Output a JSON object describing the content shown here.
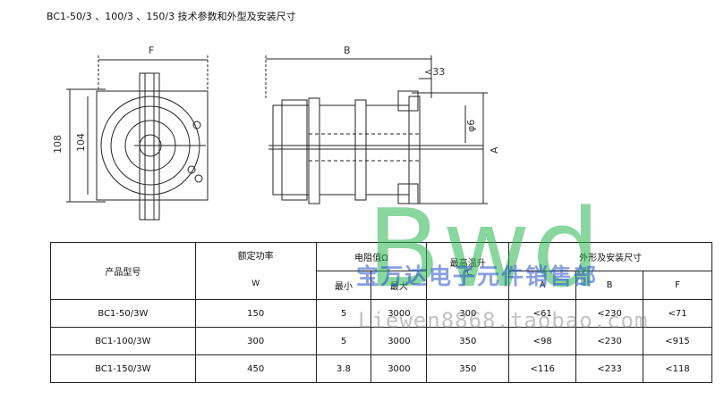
{
  "doc": {
    "title": "BC1-50/3 、100/3 、150/3 技术参数和外型及安装尺寸"
  },
  "drawing": {
    "label_f": "F",
    "label_108": "108",
    "label_104": "104",
    "label_b": "B",
    "label_33": "<33",
    "label_phi6": "φ6",
    "label_a": "A"
  },
  "table": {
    "h_model": "产品型号",
    "h_power": "额定功率",
    "h_power_unit": "W",
    "h_resist": "电阻值Ω",
    "h_min": "最小",
    "h_max": "最大",
    "h_temp": "最高温升",
    "h_temp_unit": "℃",
    "h_dims": "外形及安装尺寸",
    "h_a": "A",
    "h_b": "B",
    "h_f": "F",
    "rows": [
      {
        "model": "BC1-50/3W",
        "power": "150",
        "min": "5",
        "max": "3000",
        "temp": "300",
        "a": "<61",
        "b": "<230",
        "f": "<71"
      },
      {
        "model": "BC1-100/3W",
        "power": "300",
        "min": "5",
        "max": "3000",
        "temp": "350",
        "a": "<98",
        "b": "<230",
        "f": "<915"
      },
      {
        "model": "BC1-150/3W",
        "power": "450",
        "min": "3.8",
        "max": "3000",
        "temp": "350",
        "a": "<116",
        "b": "<233",
        "f": "<118"
      }
    ]
  },
  "watermark": {
    "big": "Bwd",
    "cn": "宝万达电子元件销售部",
    "url": "Liewen8868.taobao.com"
  }
}
